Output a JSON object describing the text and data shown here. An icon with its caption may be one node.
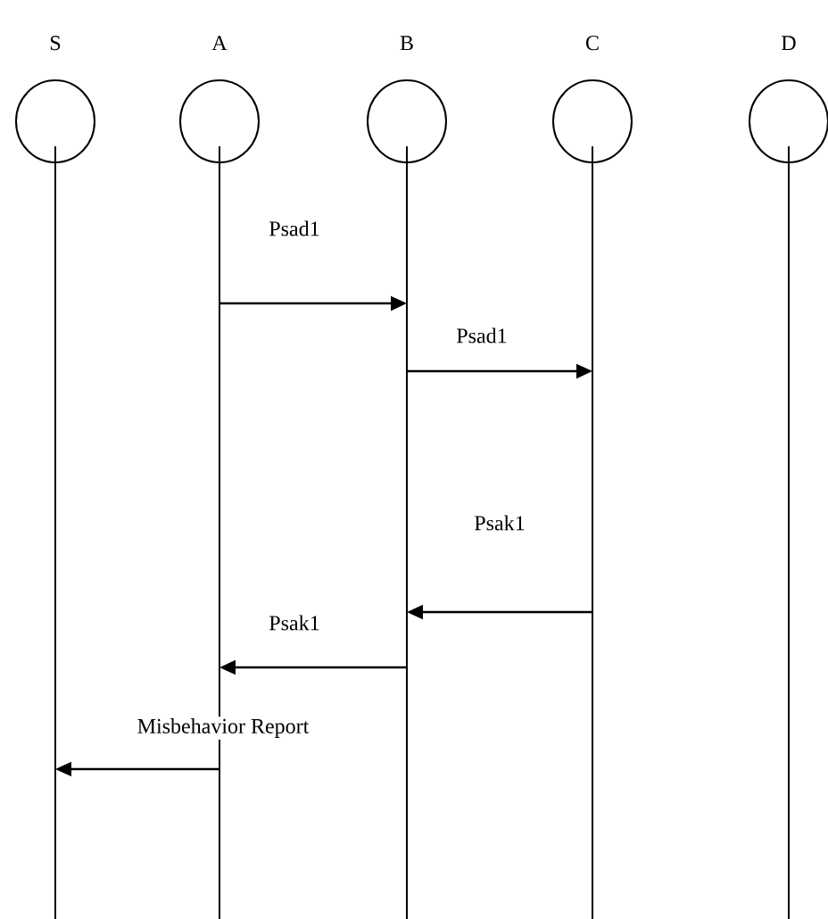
{
  "diagram": {
    "nodes": [
      {
        "text": [
          "S"
        ]
      },
      {
        "text": [
          "A"
        ]
      },
      {
        "text": [
          "B"
        ]
      },
      {
        "text": [
          "C"
        ]
      },
      {
        "text": [
          "D"
        ]
      }
    ],
    "edges": [
      {
        "from": 1,
        "to": 2,
        "arrow": "to",
        "label": "Psad1"
      },
      {
        "from": 2,
        "to": 3,
        "arrow": "to",
        "label": "Psad1"
      },
      {
        "from": 3,
        "to": 2,
        "arrow": "to",
        "label": "Psak1"
      },
      {
        "from": 2,
        "to": 1,
        "arrow": "to",
        "label": "Psak1"
      },
      {
        "from": 1,
        "to": 0,
        "arrow": "to",
        "label": "Misbehavior Report"
      }
    ]
  }
}
